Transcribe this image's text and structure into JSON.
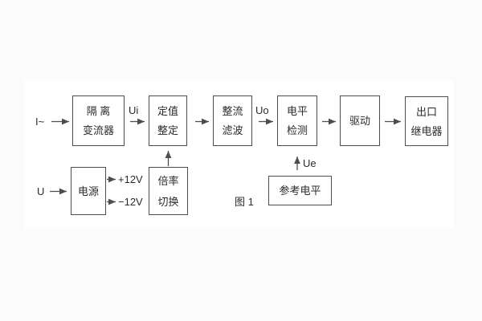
{
  "figure": {
    "caption": "图 1"
  },
  "inputs": {
    "current_input": "I~",
    "voltage_input": "U"
  },
  "signals": {
    "ui": "Ui",
    "uo": "Uo",
    "ue": "Ue",
    "positive_rail": "+12V",
    "negative_rail": "−12V"
  },
  "blocks": {
    "isolation": {
      "line1": "隔 离",
      "line2": "变流器"
    },
    "setting": {
      "line1": "定值",
      "line2": "整定"
    },
    "rectifier_filter": {
      "line1": "整流",
      "line2": "滤波"
    },
    "level_detect": {
      "line1": "电平",
      "line2": "检测"
    },
    "drive": {
      "label": "驱动"
    },
    "output_relay": {
      "line1": "出口",
      "line2": "继电器"
    },
    "power": {
      "label": "电源"
    },
    "ratio_switch": {
      "line1": "倍率",
      "line2": "切换"
    },
    "reference_level": {
      "label": "参考电平"
    }
  },
  "colors": {
    "stroke": "#4d4d4d",
    "text": "#2b2b2b",
    "figure_background": "#ffffff",
    "page_background": "#fbfbfb"
  }
}
